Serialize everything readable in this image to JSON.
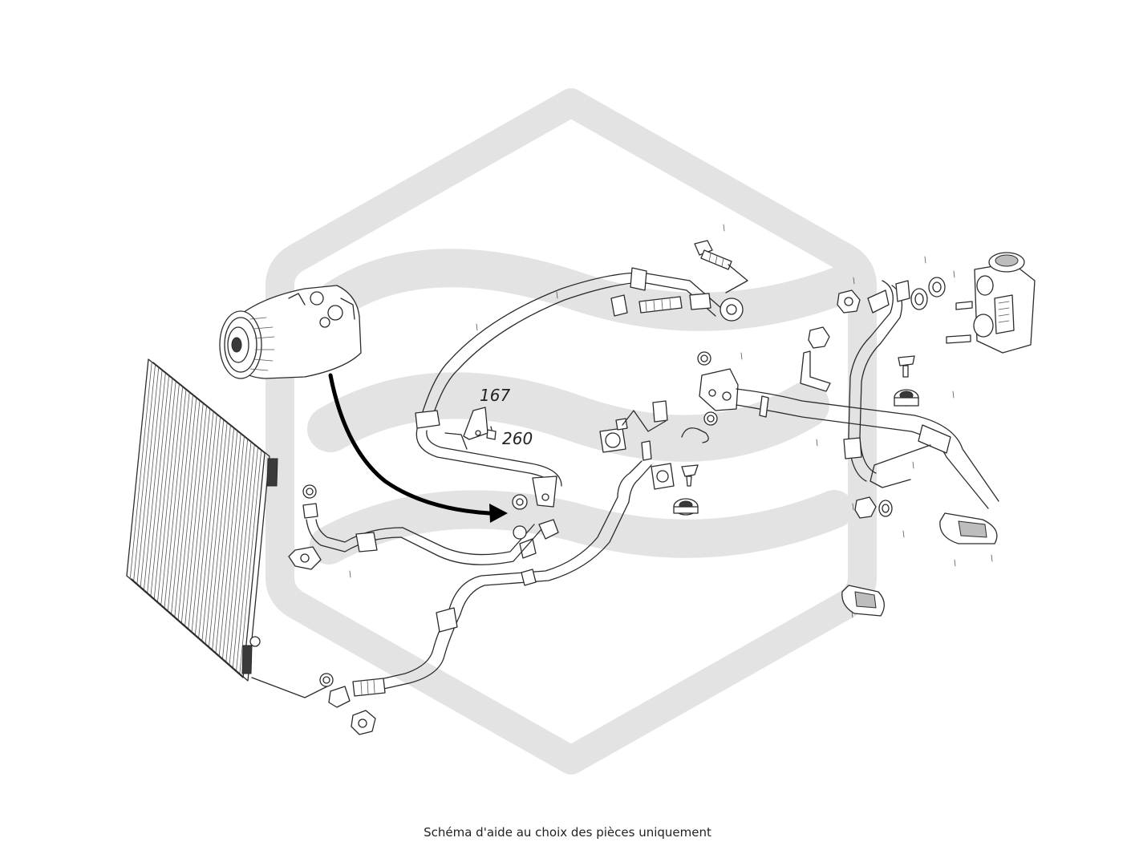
{
  "diagram": {
    "callouts": [
      {
        "label": "167"
      },
      {
        "label": "260"
      }
    ],
    "arrow_color": "#000000",
    "watermark_color": "#e3e3e3"
  },
  "caption": "Schéma d'aide au choix des pièces uniquement"
}
